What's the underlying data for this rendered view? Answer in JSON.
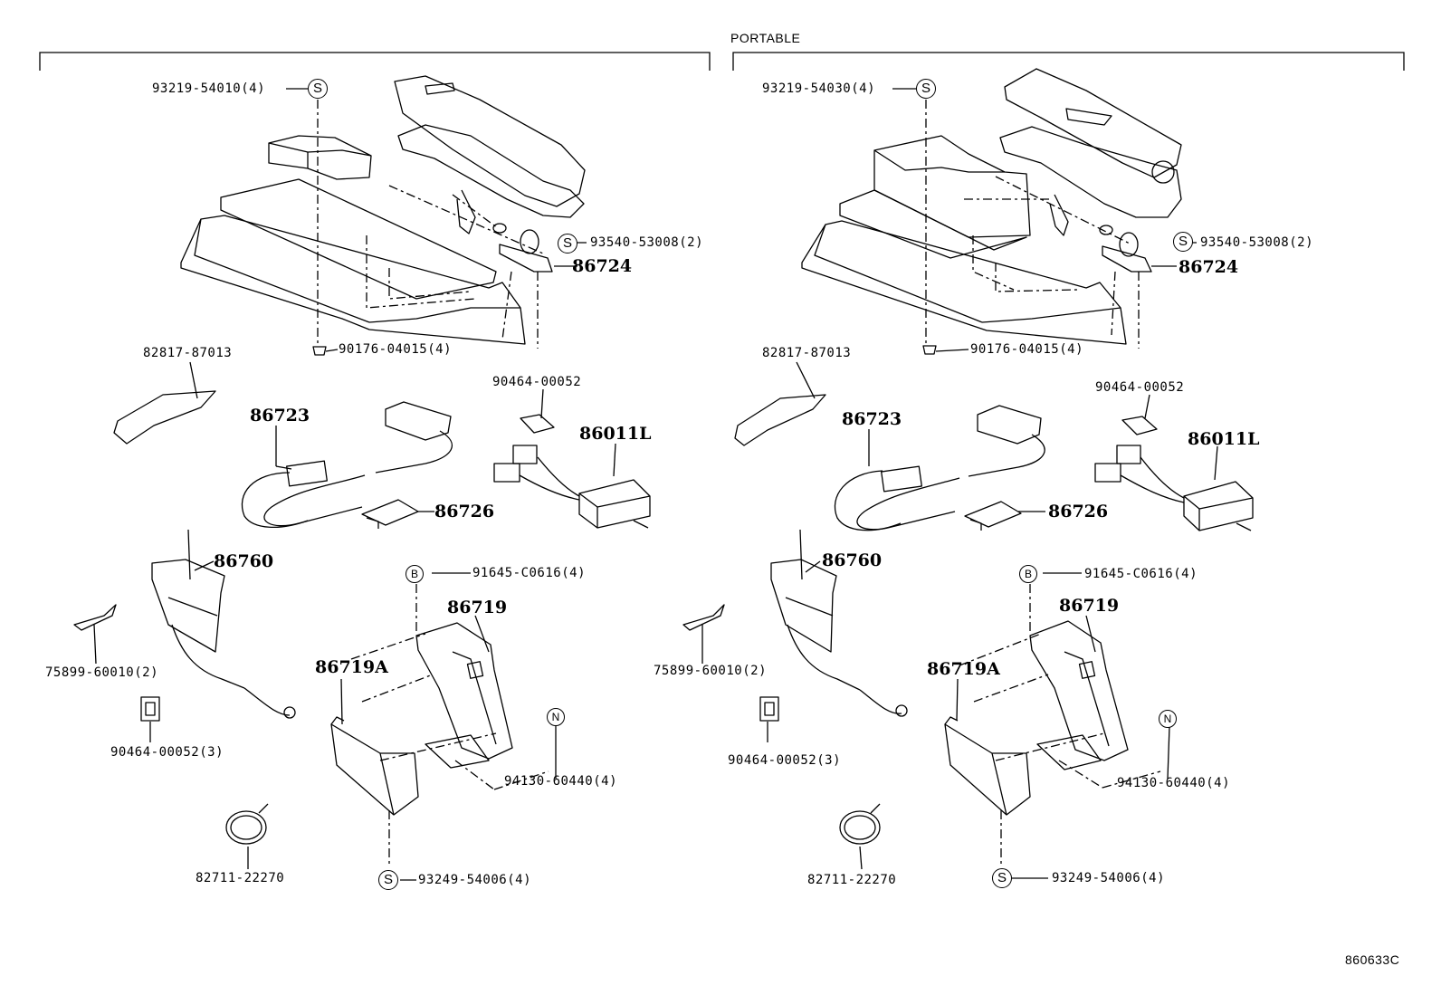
{
  "header": {
    "title": "PORTABLE"
  },
  "figure_code": "860633C",
  "symbols": {
    "s": "S",
    "b": "B",
    "n": "N"
  },
  "left": {
    "p93219": "93219-54010(4)",
    "p93540": "93540-53008(2)",
    "p86724": "86724",
    "p90176": "90176-04015(4)",
    "p82817": "82817-87013",
    "p90464a": "90464-00052",
    "p86723": "86723",
    "p86011": "86011L",
    "p86726": "86726",
    "p86760": "86760",
    "p91645": "91645-C0616(4)",
    "p86719": "86719",
    "p75899": "75899-60010(2)",
    "p86719a": "86719A",
    "p90464b": "90464-00052(3)",
    "p94130": "94130-60440(4)",
    "p82711": "82711-22270",
    "p93249": "93249-54006(4)"
  },
  "right": {
    "p93219": "93219-54030(4)",
    "p93540": "93540-53008(2)",
    "p86724": "86724",
    "p90176": "90176-04015(4)",
    "p82817": "82817-87013",
    "p90464a": "90464-00052",
    "p86723": "86723",
    "p86011": "86011L",
    "p86726": "86726",
    "p86760": "86760",
    "p91645": "91645-C0616(4)",
    "p86719": "86719",
    "p75899": "75899-60010(2)",
    "p86719a": "86719A",
    "p90464b": "90464-00052(3)",
    "p94130": "94130-60440(4)",
    "p82711": "82711-22270",
    "p93249": "93249-54006(4)"
  }
}
